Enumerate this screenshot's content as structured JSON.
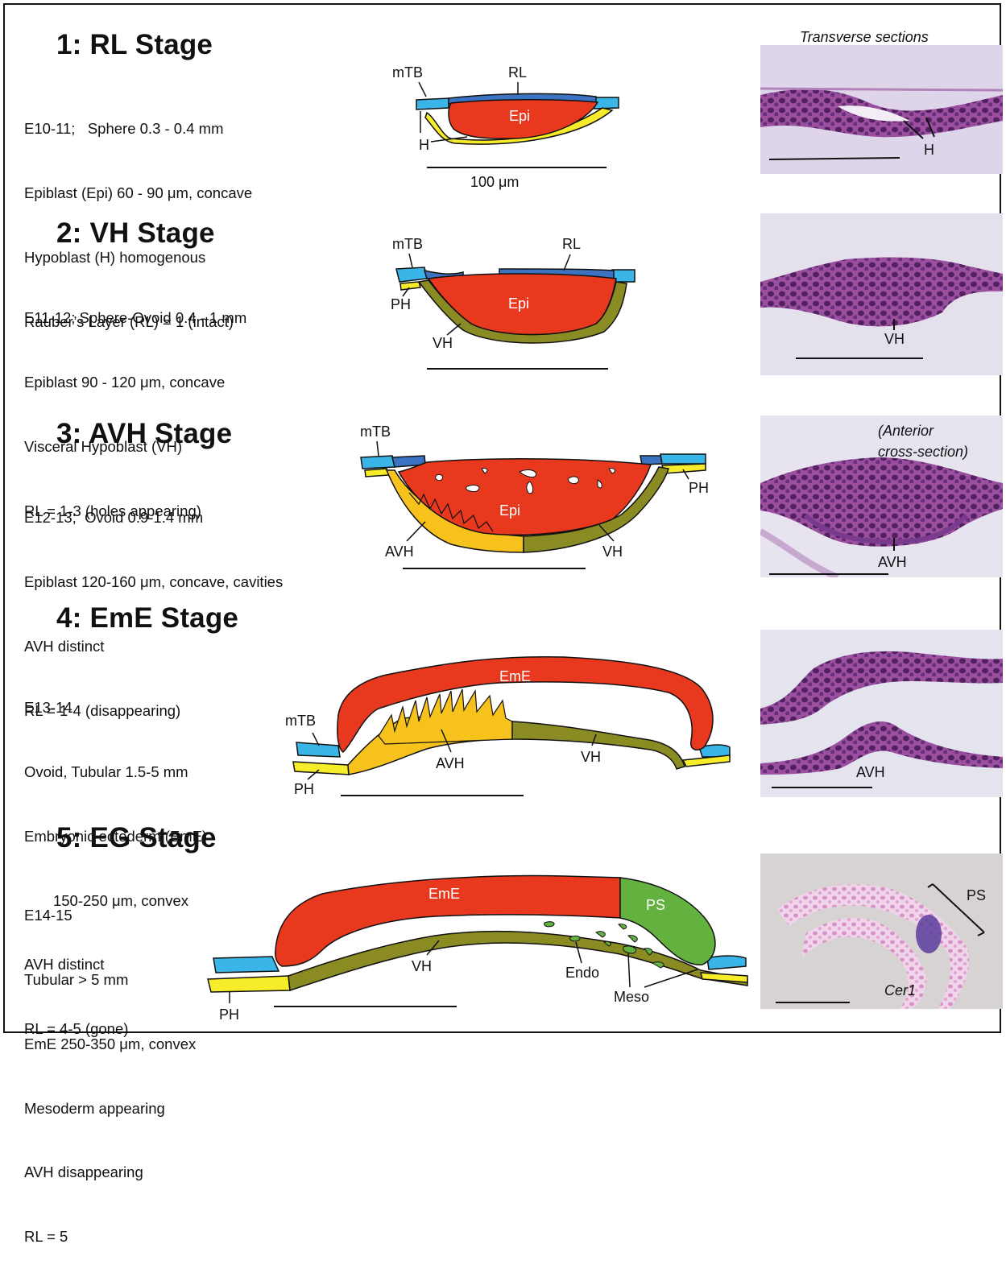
{
  "header": {
    "sections_label": "Transverse sections"
  },
  "scale_bar_label": "100 μm",
  "stages": [
    {
      "title": "1: RL Stage",
      "lines": [
        "E10-11;   Sphere 0.3 - 0.4 mm",
        "Epiblast (Epi) 60 - 90 μm, concave",
        "Hypoblast (H) homogenous",
        "Rauber’s Layer (RL) = 1 (intact)"
      ],
      "labels": {
        "mTB": "mTB",
        "RL": "RL",
        "Epi": "Epi",
        "H": "H"
      },
      "photo_labels": [
        "H"
      ]
    },
    {
      "title": "2: VH Stage",
      "lines": [
        "E11-12; Sphere-Ovoid 0.4 - 1 mm",
        "Epiblast 90 - 120 μm, concave",
        "Visceral Hypoblast (VH)",
        "RL = 1-3 (holes appearing)"
      ],
      "labels": {
        "mTB": "mTB",
        "RL": "RL",
        "Epi": "Epi",
        "PH": "PH",
        "VH": "VH"
      },
      "photo_labels": [
        "VH"
      ]
    },
    {
      "title": "3: AVH Stage",
      "lines": [
        "E12-13;  Ovoid 0.9-1.4 mm",
        "Epiblast 120-160 μm, concave, cavities",
        "AVH distinct",
        "RL = 1-4 (disappearing)"
      ],
      "labels": {
        "mTB": "mTB",
        "Epi": "Epi",
        "PH": "PH",
        "AVH": "AVH",
        "VH": "VH"
      },
      "photo_labels": [
        "AVH",
        "(Anterior",
        "cross-section)"
      ]
    },
    {
      "title": "4: EmE Stage",
      "lines": [
        "E13-14",
        "Ovoid, Tubular 1.5-5 mm",
        "Embryonic ectoderm (EmE)",
        "       150-250 μm, convex",
        "AVH distinct",
        "RL = 4-5 (gone)"
      ],
      "labels": {
        "mTB": "mTB",
        "EmE": "EmE",
        "PH": "PH",
        "AVH": "AVH",
        "VH": "VH"
      },
      "photo_labels": [
        "AVH"
      ]
    },
    {
      "title": "5: EG Stage",
      "lines": [
        "E14-15",
        "Tubular > 5 mm",
        "EmE 250-350 μm, convex",
        "Mesoderm appearing",
        "AVH disappearing",
        "RL = 5"
      ],
      "labels": {
        "EmE": "EmE",
        "PS": "PS",
        "VH": "VH",
        "PH": "PH",
        "Endo": "Endo",
        "Meso": "Meso"
      },
      "photo_labels": [
        "PS",
        "Cer1"
      ]
    }
  ],
  "colors": {
    "epiblast": "#e8391f",
    "rauber": "#3b73c2",
    "trophoblast": "#39b5e8",
    "hypoblast": "#f7ec2a",
    "avh": "#f6c21b",
    "vh": "#8b8b23",
    "ps": "#63b23f",
    "stain_dark": "#8a3a93",
    "stain_light": "#e7cde6"
  }
}
